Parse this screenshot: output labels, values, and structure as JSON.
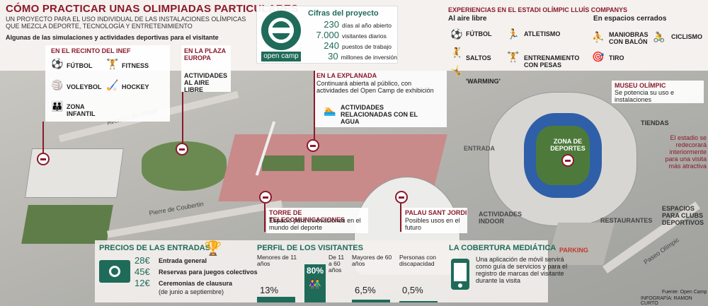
{
  "header": {
    "title": "CÓMO PRACTICAR UNAS OLIMPIADAS PARTICULARES",
    "subtitle_1": "UN PROYECTO PARA EL USO INDIVIDUAL DE LAS INSTALACIONES OLÍMPICAS",
    "subtitle_2": "QUE MEZCLA DEPORTE, TECNOLOGÍA Y ENTRETENIMIENTO",
    "intro": "Algunas de las simulaciones y actividades deportivas para el visitante"
  },
  "logo": {
    "text_1": "open",
    "text_2": "camp"
  },
  "cifras": {
    "title": "Cifras del proyecto",
    "items": [
      {
        "value": "230",
        "label": "días al año abierto"
      },
      {
        "value": "7.000",
        "label": "visitantes diarios"
      },
      {
        "value": "240",
        "label": "puestos de trabajo"
      },
      {
        "value": "30",
        "label": "millones de inversión"
      }
    ]
  },
  "experiencias": {
    "title": "EXPERIENCIAS EN EL ESTADI OLÍMPIC LLUÍS COMPANYS",
    "aire_libre": {
      "title": "Al aire libre",
      "items": [
        "FÚTBOL",
        "ATLETISMO",
        "SALTOS",
        "ENTRENAMIENTO CON PESAS",
        "'WARMING'"
      ]
    },
    "cerrados": {
      "title": "En espacios cerrados",
      "items": [
        "MANIOBRAS CON BALÓN",
        "CICLISMO",
        "TIRO"
      ]
    }
  },
  "inef": {
    "title": "EN EL RECINTO DEL INEF",
    "items": [
      "FÚTBOL",
      "FITNESS",
      "VOLEYBOL",
      "HOCKEY",
      "ZONA INFANTIL"
    ]
  },
  "plaza_europa": {
    "title": "EN LA PLAZA EUROPA",
    "text": "ACTIVIDADES AL AIRE LIBRE"
  },
  "explanada": {
    "title": "EN LA EXPLANADA",
    "text": "Continuará abierta al público, con actividades del Open Camp de exhibición",
    "water": "ACTIVIDADES RELACIONADAS CON EL AGUA"
  },
  "museu": {
    "title": "MUSEU OLÍMPIC",
    "text": "Se potencia su uso e instalaciones"
  },
  "map_labels": {
    "tiendas": "TIENDAS",
    "estadio": "El estadio se redecorará interiormente para una visita más atractiva",
    "zona_deportes": "ZONA DE DEPORTES",
    "entrada": "ENTRADA",
    "avenida": "Avenida del Estadi",
    "coubertin": "Pierre de Coubertin",
    "actividades_indoor": "ACTIVIDADES INDOOR",
    "restaurantes": "RESTAURANTES",
    "espacios_clubs": "ESPACIOS PARA CLUBS DEPORTIVOS",
    "parking": "PARKING",
    "paseo": "Paseo Olímpic"
  },
  "torre": {
    "title": "TORRE DE TELECOMUNICACIONES",
    "text": "Espacio para innovaciones en el mundo del deporte"
  },
  "palau": {
    "title": "PALAU SANT JORDI",
    "text": "Posibles usos en el futuro"
  },
  "precios": {
    "title": "PRECIOS DE LAS ENTRADAS",
    "items": [
      {
        "price": "28€",
        "label": "Entrada general",
        "note": ""
      },
      {
        "price": "45€",
        "label": "Reservas para juegos colectivos",
        "note": ""
      },
      {
        "price": "12€",
        "label": "Ceremonias de clausura",
        "note": "(de junio a septiembre)"
      }
    ]
  },
  "perfil": {
    "title": "PERFIL DE LOS VISITANTES",
    "items": [
      {
        "label": "Menores de 11 años",
        "value": "13%",
        "pct": 13
      },
      {
        "label": "De 11 a 60 años",
        "value": "80%",
        "pct": 80
      },
      {
        "label": "Mayores de 60 años",
        "value": "6,5%",
        "pct": 6.5
      },
      {
        "label": "Personas con discapacidad",
        "value": "0,5%",
        "pct": 0.5
      }
    ]
  },
  "cobertura": {
    "title": "LA COBERTURA MEDIÁTICA",
    "text": "Una aplicación de móvil servirá como guía de servicios y para el registro de marcas del visitante durante la visita"
  },
  "credits": {
    "source": "Fuente: Open Camp",
    "author": "INFOGRAFÍA: RAMON CURTO"
  },
  "colors": {
    "accent": "#8b1a2b",
    "logo": "#1f6b5a"
  }
}
